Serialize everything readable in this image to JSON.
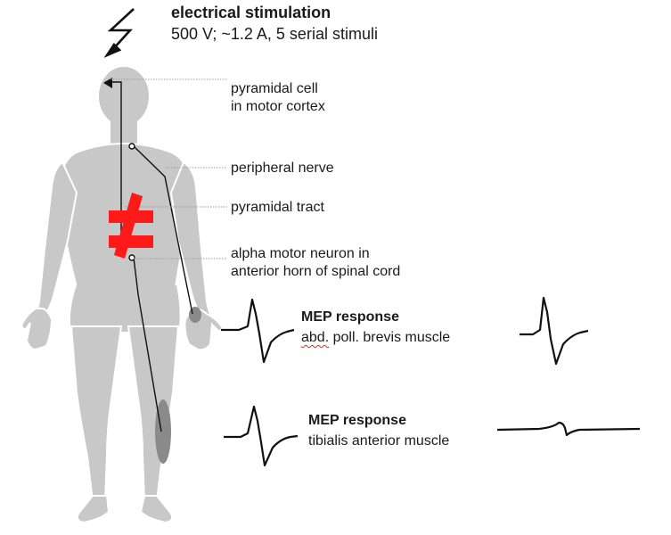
{
  "header": {
    "title": "electrical stimulation",
    "params": "500 V; ~1.2 A,  5 serial stimuli"
  },
  "labels": {
    "pyramidal_cell": [
      "pyramidal cell",
      "in motor cortex"
    ],
    "peripheral_nerve": "peripheral nerve",
    "pyramidal_tract": "pyramidal tract",
    "alpha_motor_neuron": [
      "alpha motor neuron in",
      "anterior horn of spinal cord"
    ]
  },
  "responses": {
    "hand": {
      "title": "MEP response",
      "muscle_abbrev": "abd.",
      "muscle_rest": " poll. brevis muscle"
    },
    "leg": {
      "title": "MEP response",
      "muscle": "tibialis anterior muscle"
    }
  },
  "colors": {
    "body": "#c8c8c8",
    "body_outline": "#ffffff",
    "muscle": "#8a8a8a",
    "lesion": "#ff1a1a",
    "trace": "#111111",
    "leader_line": "#9a9a9a"
  },
  "icons": {
    "stimulation": "lightning-bolt-icon",
    "lesion": "not-equal-sign-icon"
  }
}
